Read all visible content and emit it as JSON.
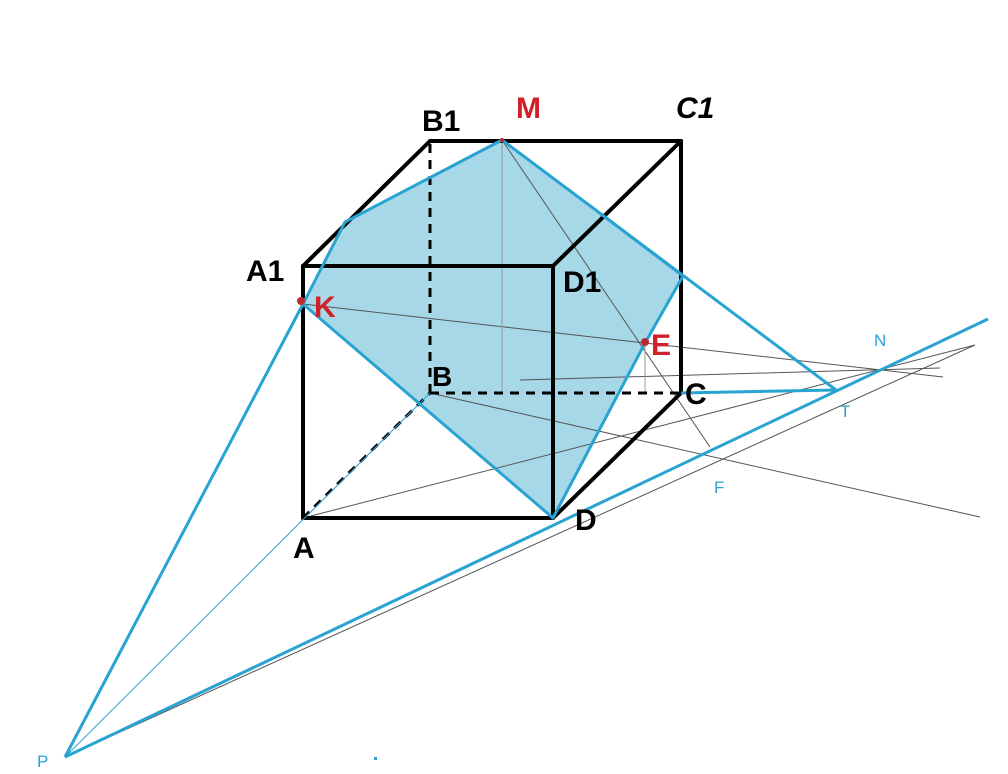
{
  "colors": {
    "cube_edge": "#000000",
    "section_fill": "#a7d8e8",
    "section_line": "#29a3d1",
    "thin_line": "#555555",
    "gray_line": "#9a9a9a",
    "red_label": "#d0202a",
    "blue_label": "#29a3d1",
    "point_dot": "#c0282f"
  },
  "labels": {
    "A": "A",
    "B": "B",
    "C": "C",
    "D": "D",
    "A1": "A1",
    "B1": "B1",
    "C1": "C1",
    "D1": "D1",
    "M": "M",
    "K": "K",
    "E": "E",
    "N": "N",
    "T": "T",
    "F": "F",
    "P": "P"
  }
}
